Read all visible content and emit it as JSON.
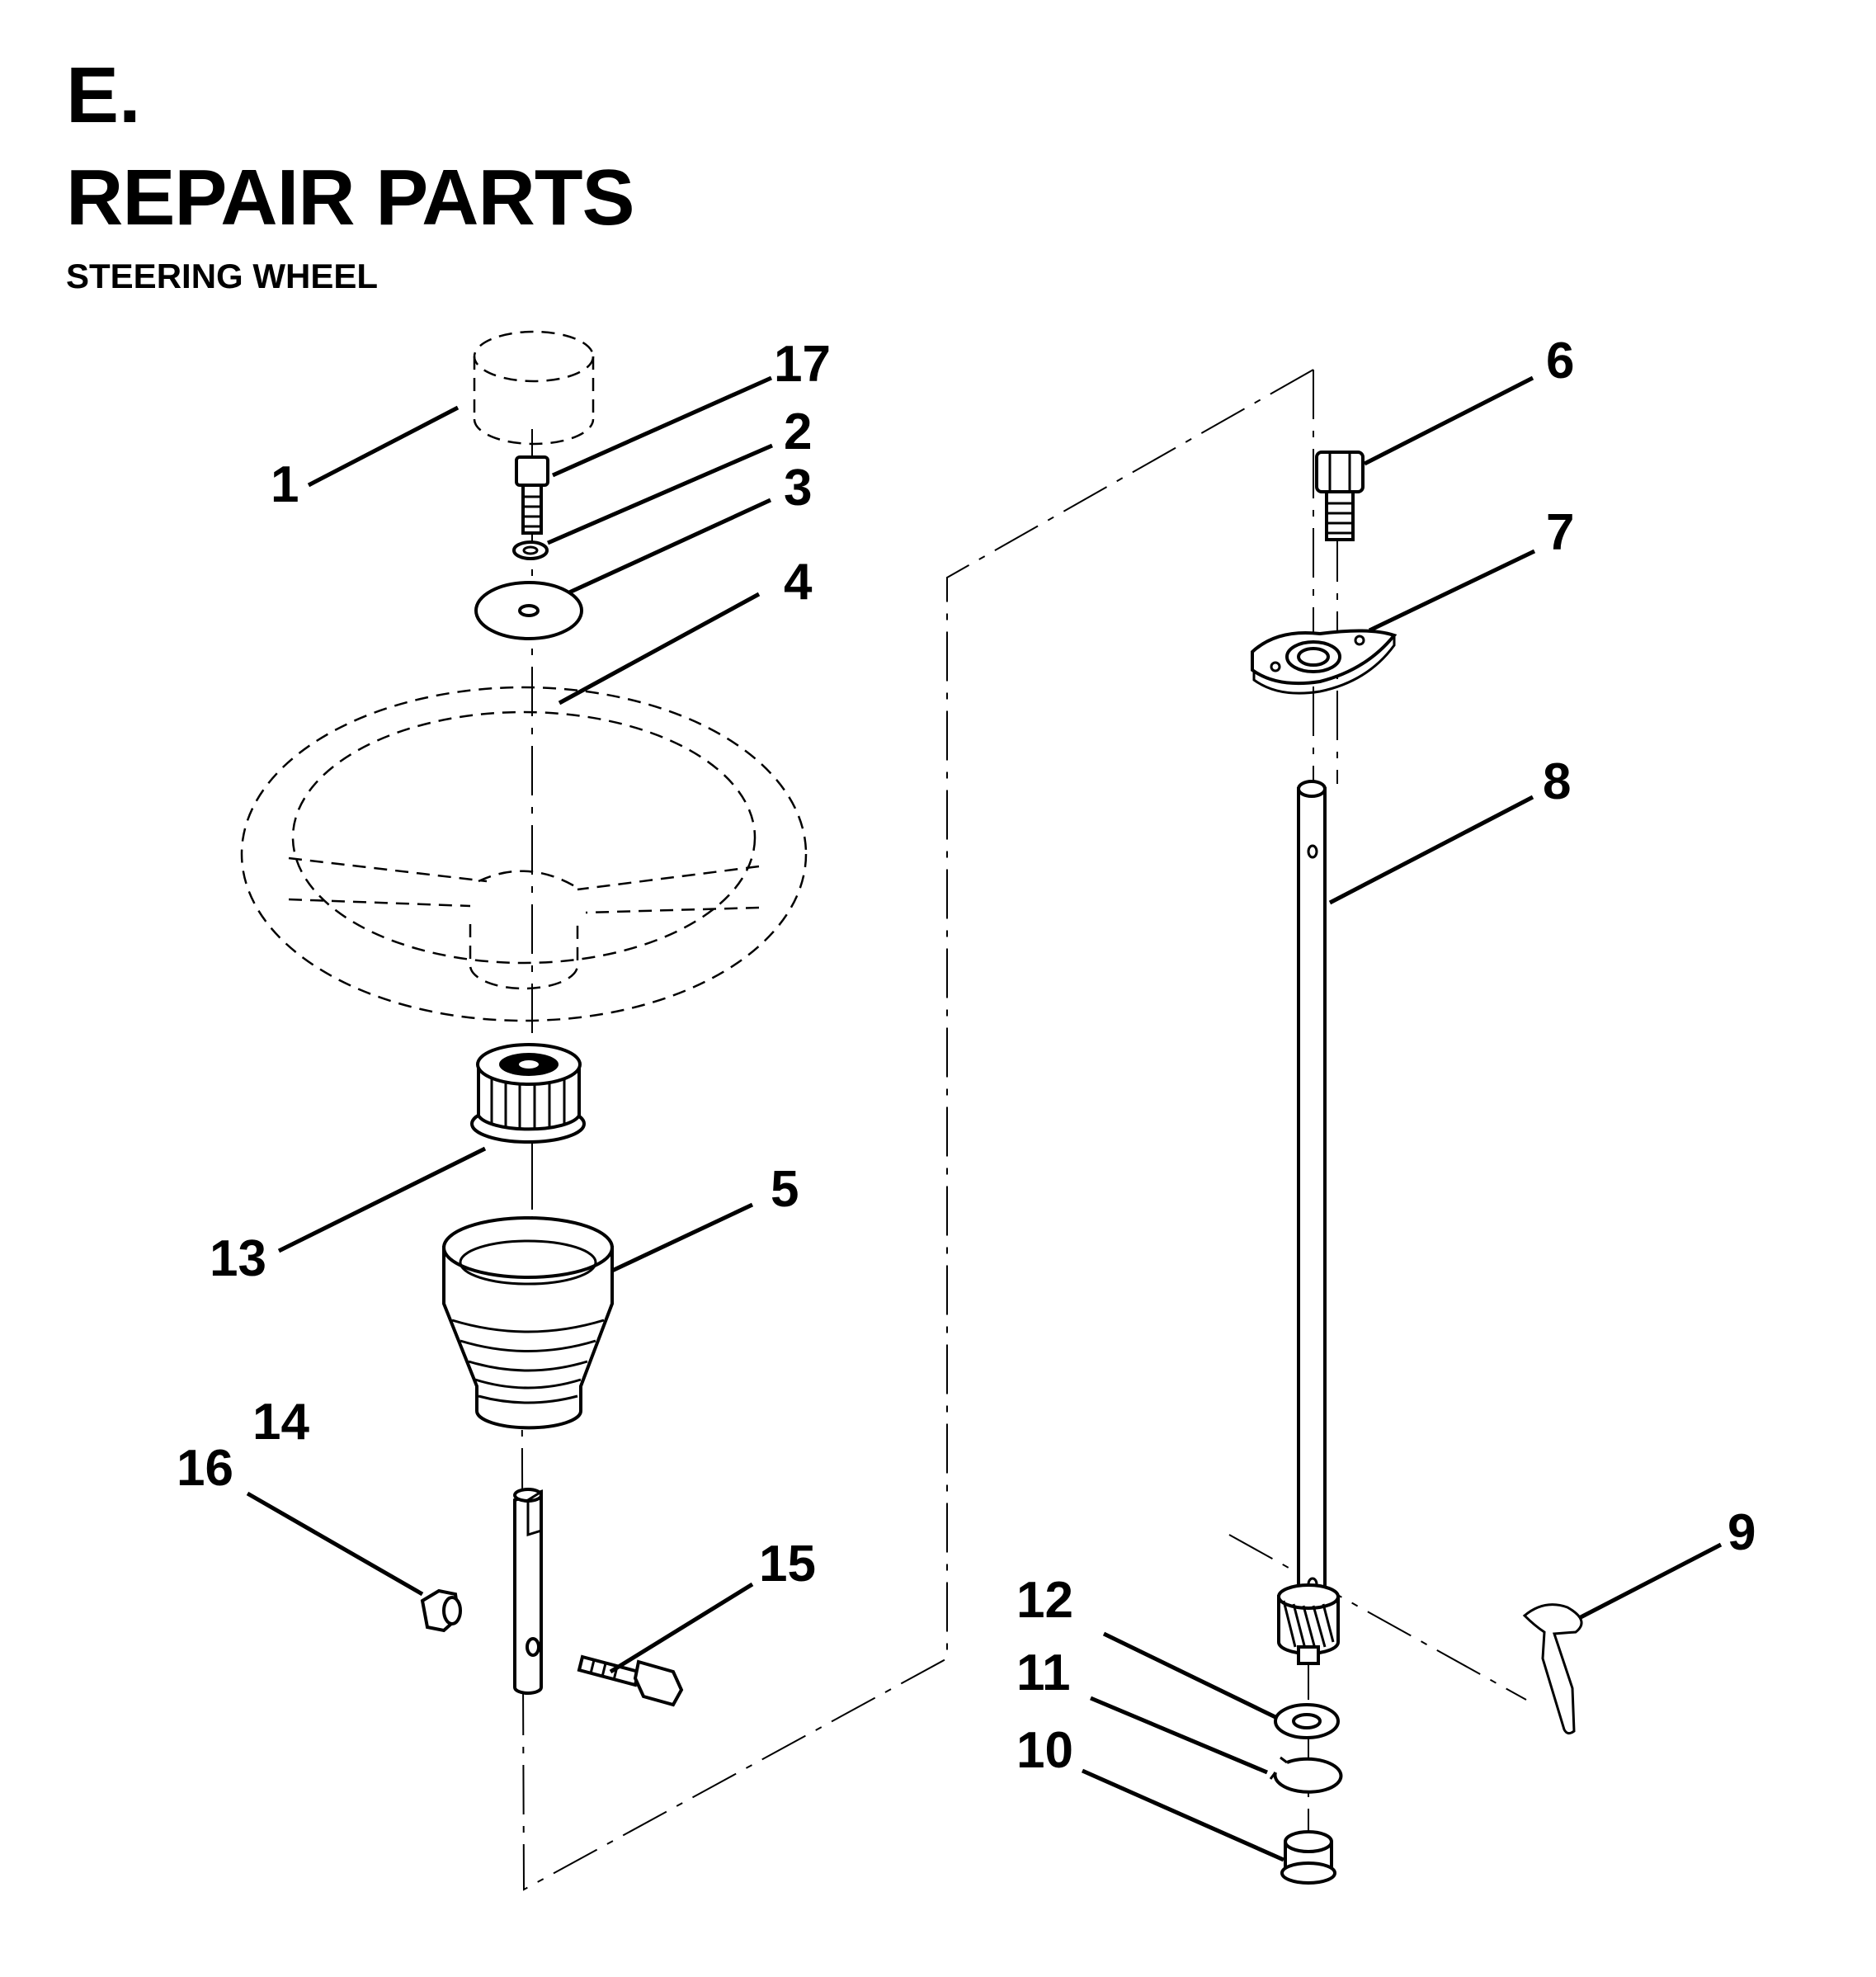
{
  "header": {
    "section": "E.",
    "title": "REPAIR PARTS",
    "subtitle": "STEERING WHEEL"
  },
  "callouts": {
    "c1": "1",
    "c2": "2",
    "c3": "3",
    "c4": "4",
    "c5": "5",
    "c6": "6",
    "c7": "7",
    "c8": "8",
    "c9": "9",
    "c10": "10",
    "c11": "11",
    "c12": "12",
    "c13": "13",
    "c14": "14",
    "c15": "15",
    "c16": "16",
    "c17": "17"
  }
}
